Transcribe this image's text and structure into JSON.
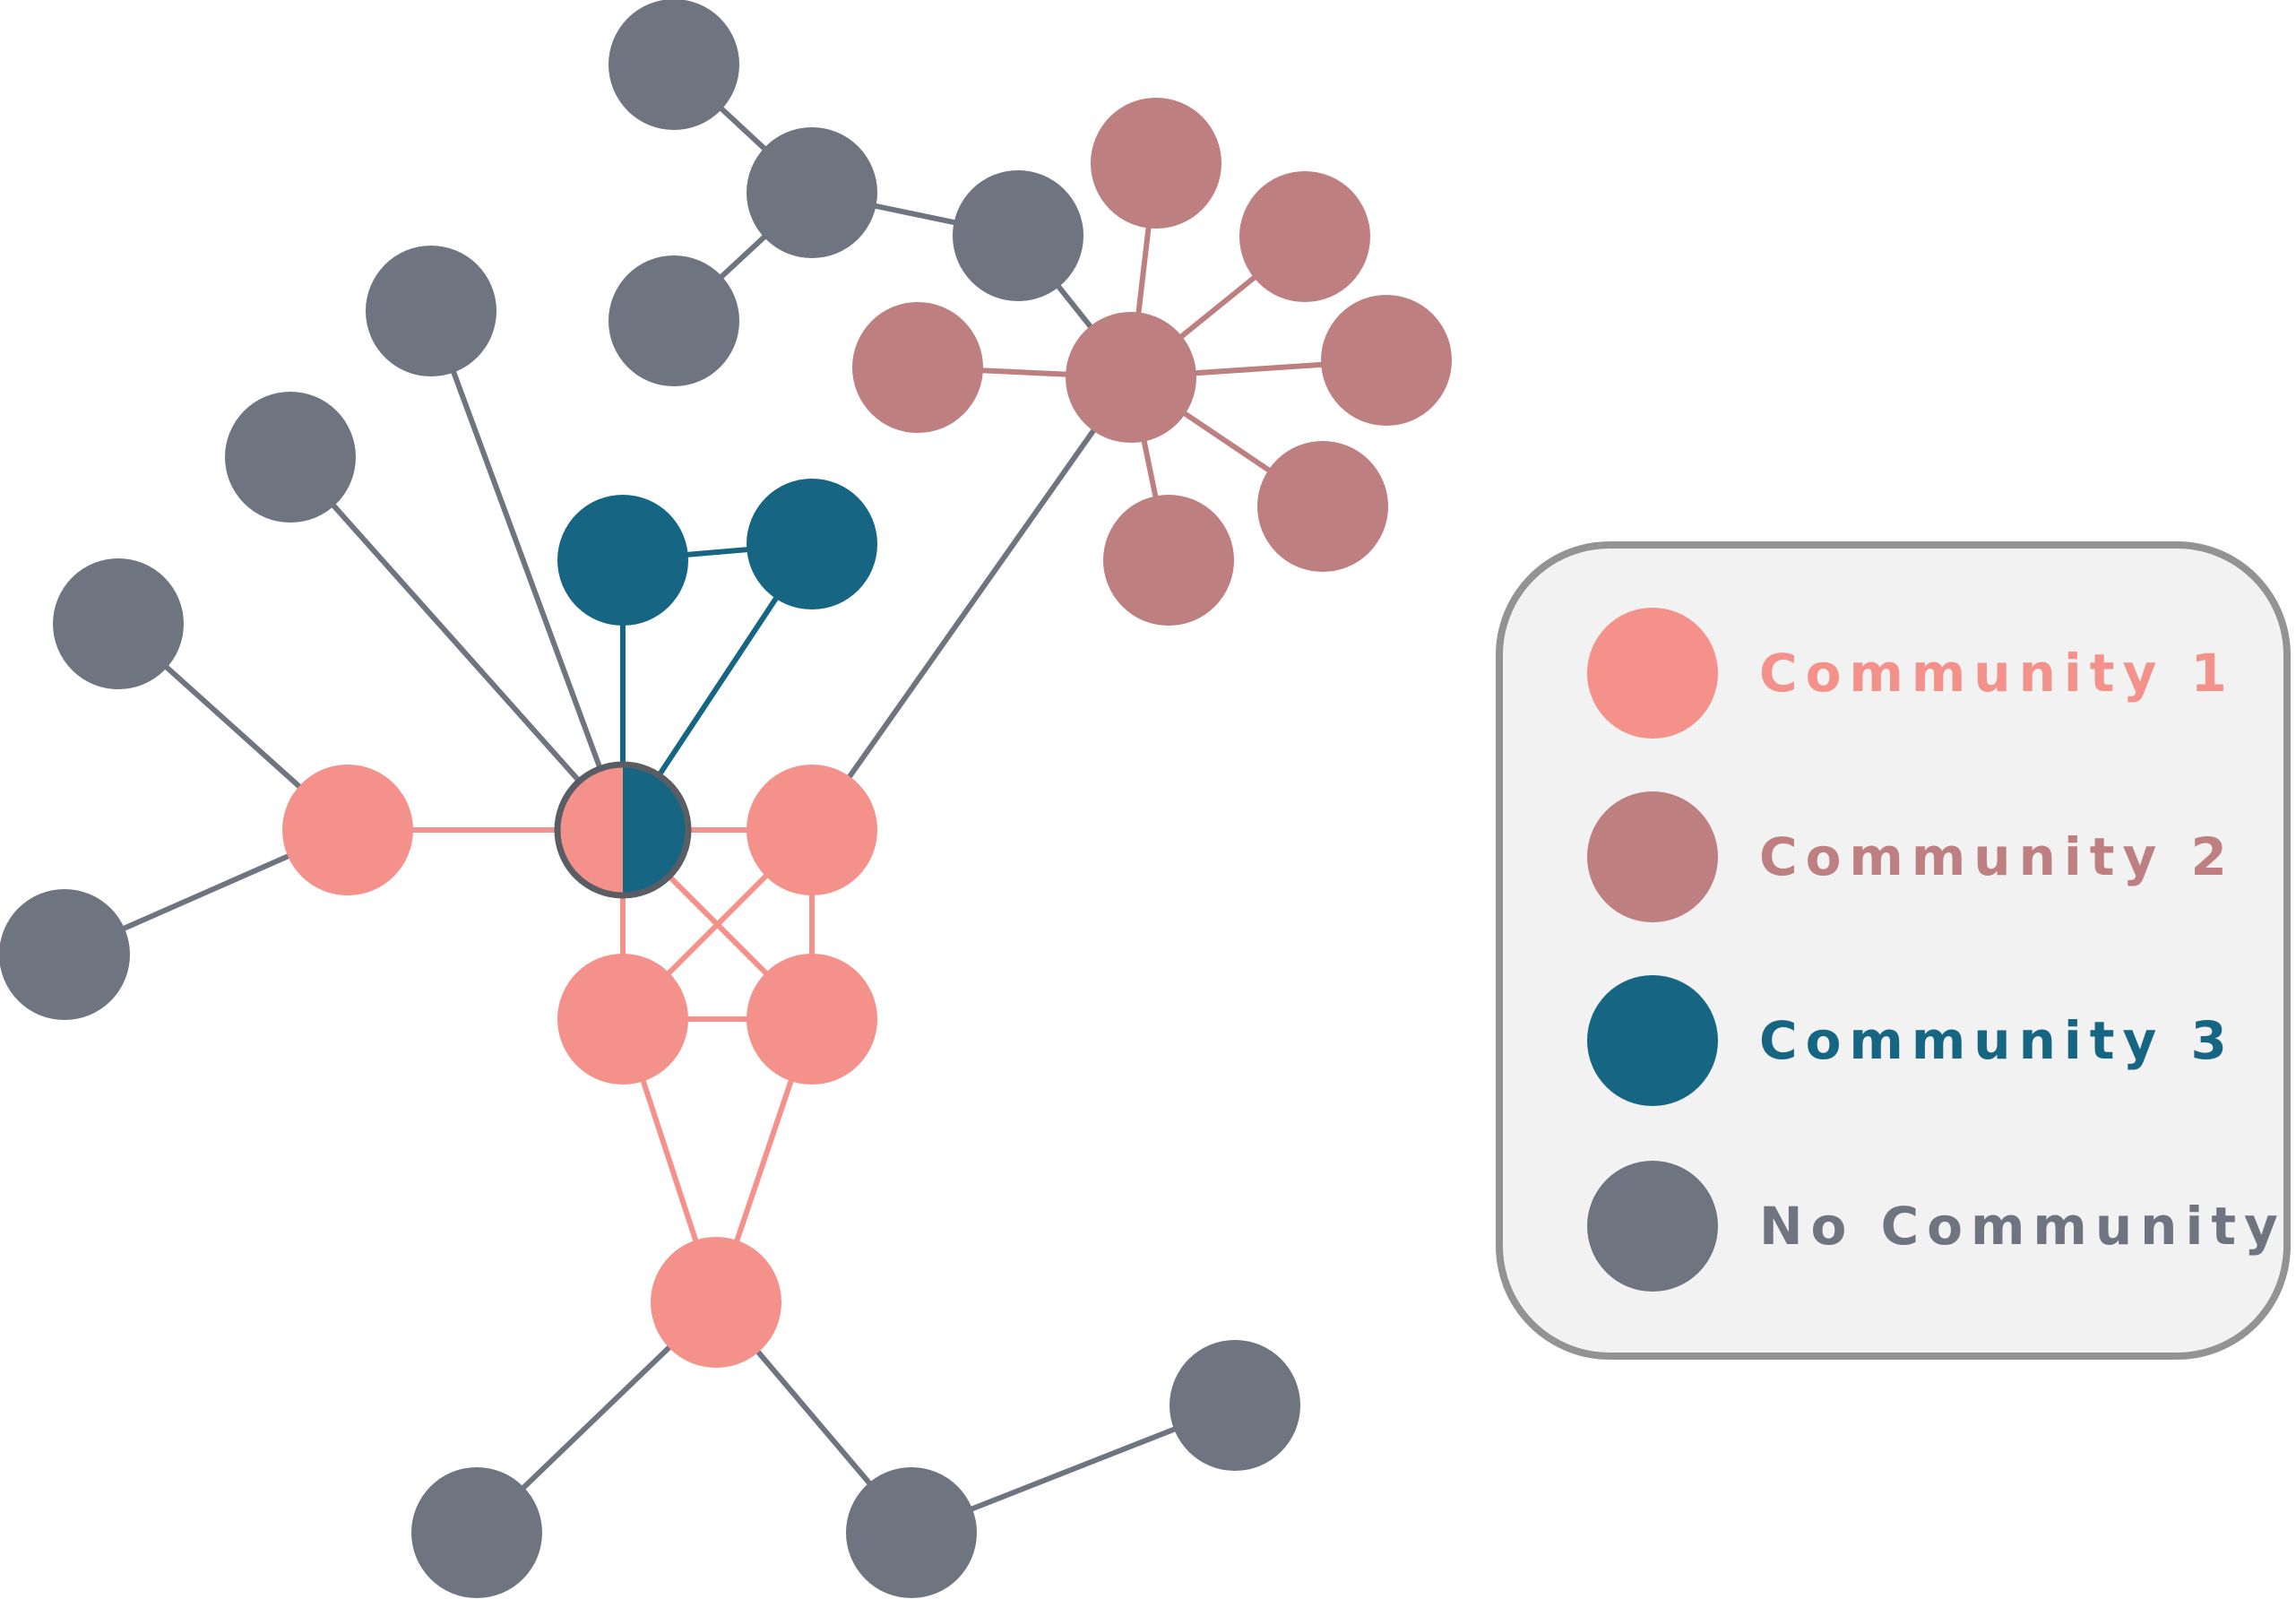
{
  "colors": {
    "community_1": "#f4918a",
    "community_2": "#bd7f80",
    "community_3": "#166683",
    "no_community": "#6e7480",
    "legend_border": "#939393",
    "legend_fill": "#f2f2f2"
  },
  "legend": {
    "items": [
      {
        "key": "community_1",
        "label": "Community 1"
      },
      {
        "key": "community_2",
        "label": "Community 2"
      },
      {
        "key": "community_3",
        "label": "Community 3"
      },
      {
        "key": "no_community",
        "label": "No Community"
      }
    ]
  },
  "graph": {
    "nodes": [
      {
        "id": "center",
        "community": [
          "community_1",
          "community_3"
        ]
      },
      {
        "id": "c1-left",
        "community": "community_1"
      },
      {
        "id": "c1-right-top",
        "community": "community_1"
      },
      {
        "id": "c1-bottom-left",
        "community": "community_1"
      },
      {
        "id": "c1-bottom-right",
        "community": "community_1"
      },
      {
        "id": "c1-lower",
        "community": "community_1"
      },
      {
        "id": "c3-a",
        "community": "community_3"
      },
      {
        "id": "c3-b",
        "community": "community_3"
      },
      {
        "id": "c2-hub",
        "community": "community_2"
      },
      {
        "id": "c2-top",
        "community": "community_2"
      },
      {
        "id": "c2-top-right",
        "community": "community_2"
      },
      {
        "id": "c2-right",
        "community": "community_2"
      },
      {
        "id": "c2-lower-right",
        "community": "community_2"
      },
      {
        "id": "c2-bottom",
        "community": "community_2"
      },
      {
        "id": "c2-left",
        "community": "community_2"
      },
      {
        "id": "nc-top",
        "community": "no_community"
      },
      {
        "id": "nc-tree-hub",
        "community": "no_community"
      },
      {
        "id": "nc-tree-left",
        "community": "no_community"
      },
      {
        "id": "nc-bridge",
        "community": "no_community"
      },
      {
        "id": "nc-1",
        "community": "no_community"
      },
      {
        "id": "nc-2",
        "community": "no_community"
      },
      {
        "id": "nc-3",
        "community": "no_community"
      },
      {
        "id": "nc-4",
        "community": "no_community"
      },
      {
        "id": "nc-bottom-left",
        "community": "no_community"
      },
      {
        "id": "nc-bottom-mid",
        "community": "no_community"
      },
      {
        "id": "nc-bottom-right",
        "community": "no_community"
      }
    ],
    "edges": [
      {
        "source": "nc-top",
        "target": "nc-tree-hub",
        "color": "no_community"
      },
      {
        "source": "nc-tree-left",
        "target": "nc-tree-hub",
        "color": "no_community"
      },
      {
        "source": "nc-tree-hub",
        "target": "nc-bridge",
        "color": "no_community"
      },
      {
        "source": "nc-bridge",
        "target": "c2-hub",
        "color": "no_community"
      },
      {
        "source": "c2-hub",
        "target": "c2-top",
        "color": "community_2"
      },
      {
        "source": "c2-hub",
        "target": "c2-top-right",
        "color": "community_2"
      },
      {
        "source": "c2-hub",
        "target": "c2-right",
        "color": "community_2"
      },
      {
        "source": "c2-hub",
        "target": "c2-lower-right",
        "color": "community_2"
      },
      {
        "source": "c2-hub",
        "target": "c2-bottom",
        "color": "community_2"
      },
      {
        "source": "c2-hub",
        "target": "c2-left",
        "color": "community_2"
      },
      {
        "source": "c2-hub",
        "target": "c1-right-top",
        "color": "no_community"
      },
      {
        "source": "nc-1",
        "target": "center",
        "color": "no_community"
      },
      {
        "source": "nc-2",
        "target": "center",
        "color": "no_community"
      },
      {
        "source": "nc-3",
        "target": "c1-left",
        "color": "no_community"
      },
      {
        "source": "nc-4",
        "target": "c1-left",
        "color": "no_community"
      },
      {
        "source": "c3-a",
        "target": "c3-b",
        "color": "community_3"
      },
      {
        "source": "c3-a",
        "target": "center",
        "color": "community_3"
      },
      {
        "source": "c3-b",
        "target": "center",
        "color": "community_3"
      },
      {
        "source": "c1-left",
        "target": "center",
        "color": "community_1"
      },
      {
        "source": "center",
        "target": "c1-right-top",
        "color": "community_1"
      },
      {
        "source": "center",
        "target": "c1-bottom-left",
        "color": "community_1"
      },
      {
        "source": "center",
        "target": "c1-bottom-right",
        "color": "community_1"
      },
      {
        "source": "c1-right-top",
        "target": "c1-bottom-left",
        "color": "community_1"
      },
      {
        "source": "c1-right-top",
        "target": "c1-bottom-right",
        "color": "community_1"
      },
      {
        "source": "c1-bottom-left",
        "target": "c1-bottom-right",
        "color": "community_1"
      },
      {
        "source": "c1-bottom-left",
        "target": "c1-lower",
        "color": "community_1"
      },
      {
        "source": "c1-bottom-right",
        "target": "c1-lower",
        "color": "community_1"
      },
      {
        "source": "c1-lower",
        "target": "nc-bottom-left",
        "color": "no_community"
      },
      {
        "source": "c1-lower",
        "target": "nc-bottom-mid",
        "color": "no_community"
      },
      {
        "source": "nc-bottom-mid",
        "target": "nc-bottom-right",
        "color": "no_community"
      }
    ]
  }
}
